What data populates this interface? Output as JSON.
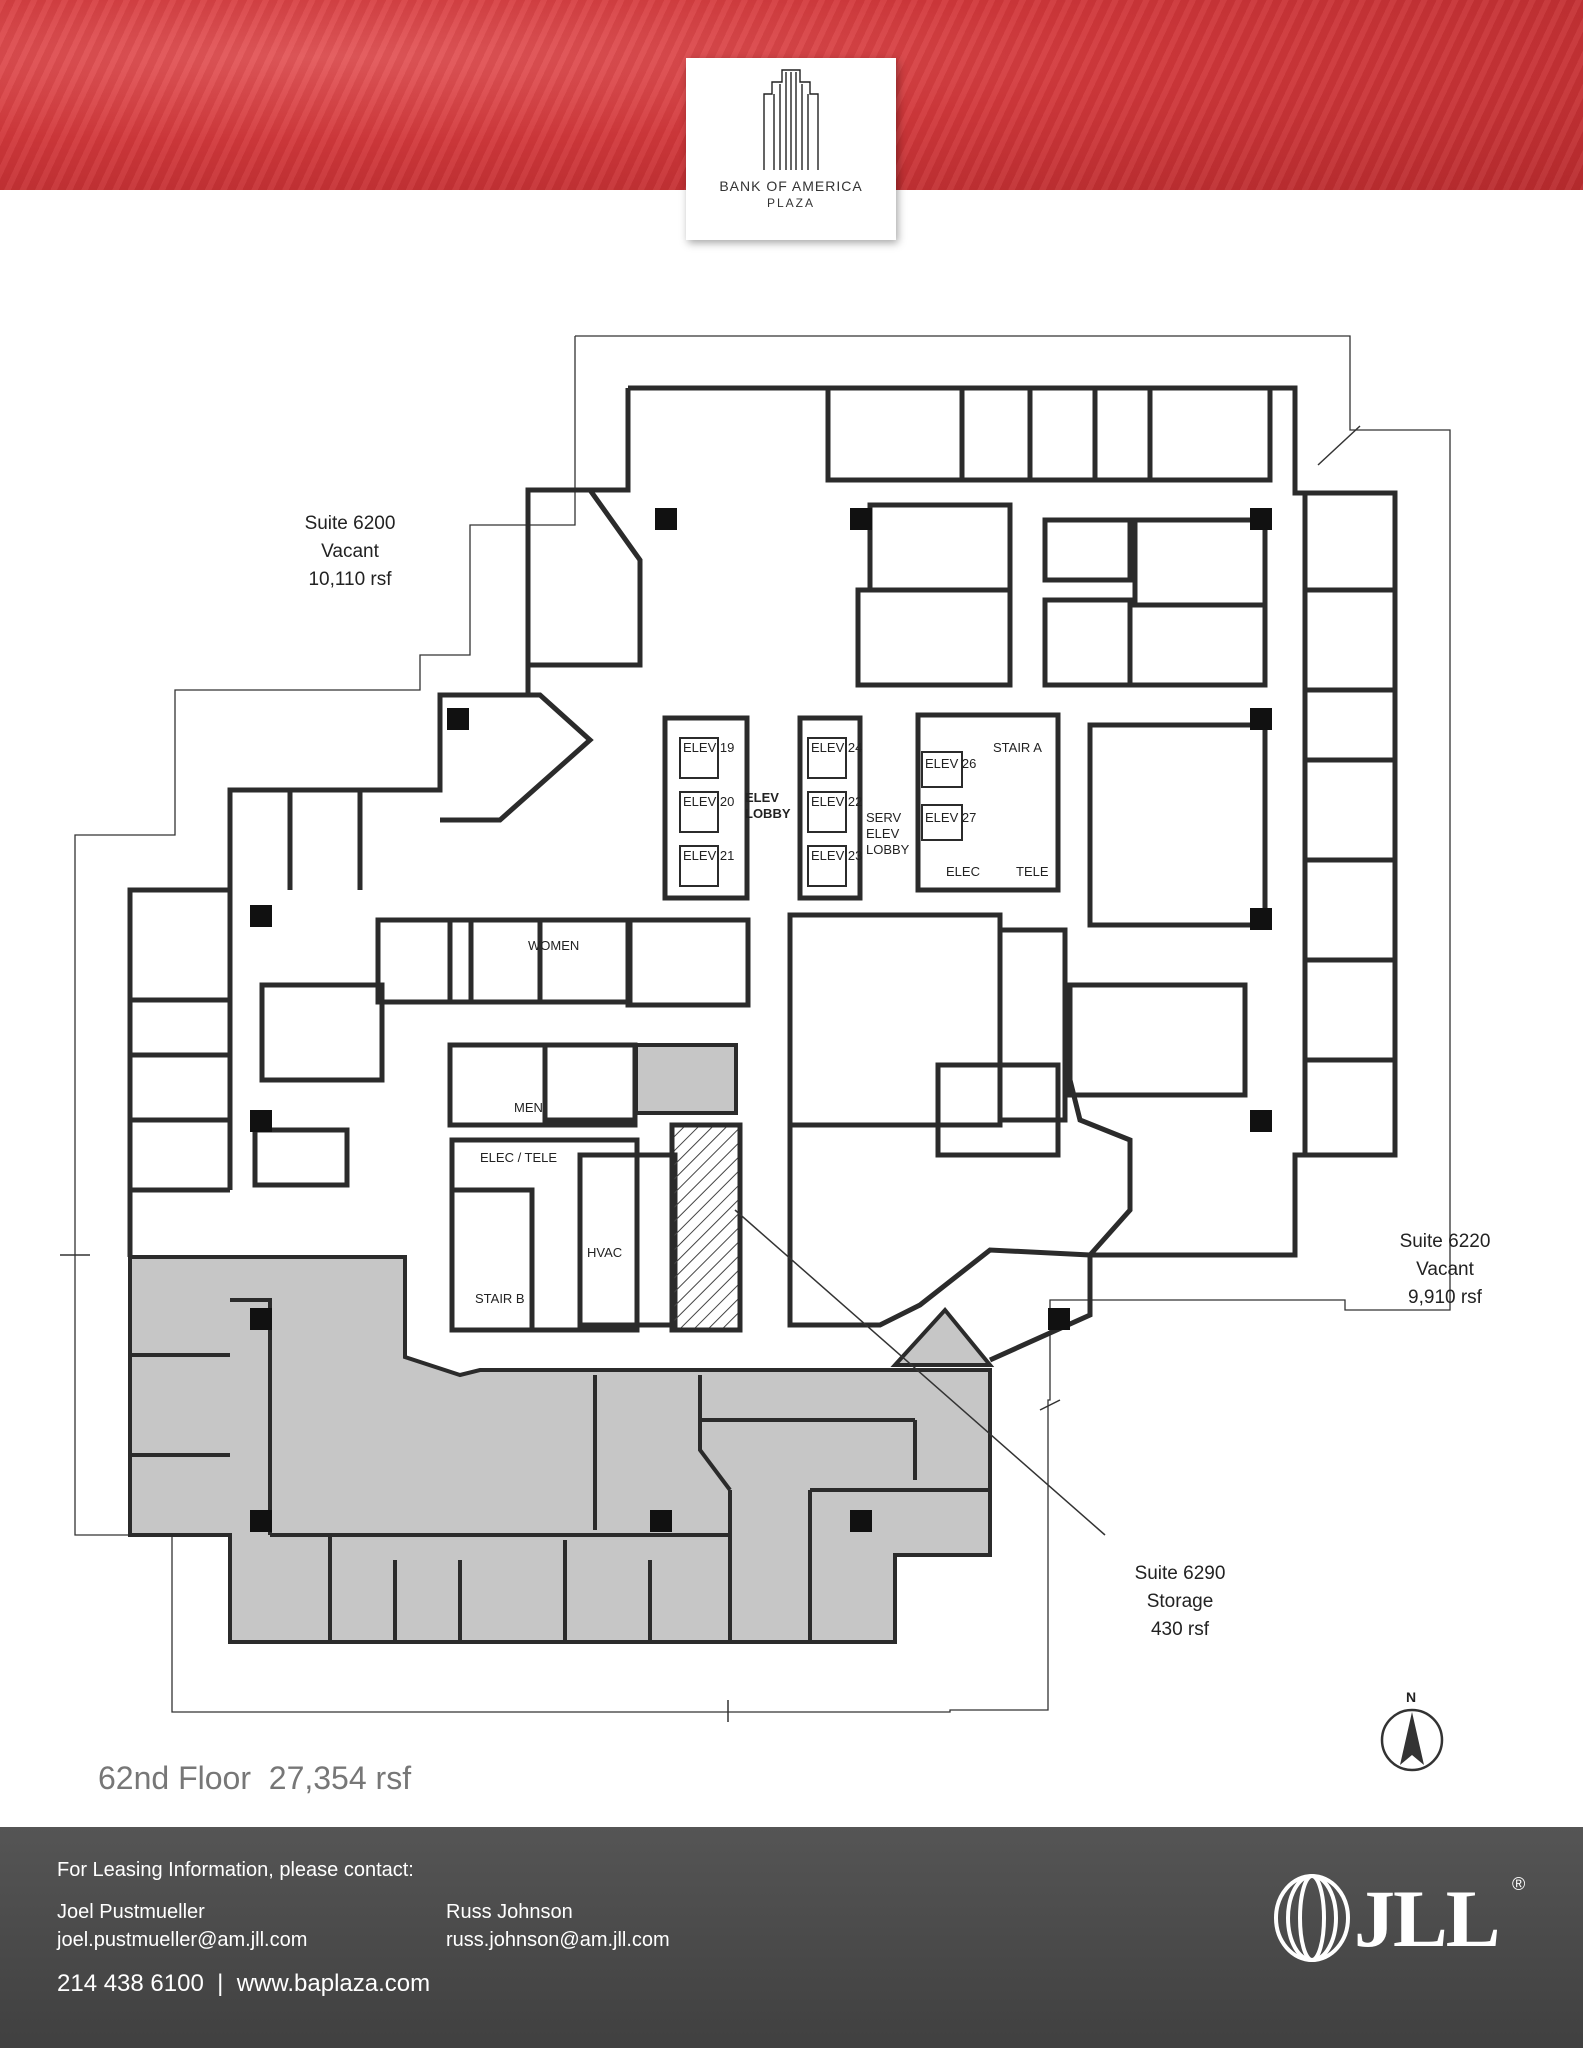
{
  "building": {
    "logo_line1": "BANK OF AMERICA",
    "logo_line2": "PLAZA"
  },
  "suites": [
    {
      "name": "Suite 6200",
      "status": "Vacant",
      "area": "10,110 rsf"
    },
    {
      "name": "Suite 6220",
      "status": "Vacant",
      "area": "9,910 rsf"
    },
    {
      "name": "Suite 6290",
      "status": "Storage",
      "area": "430 rsf"
    }
  ],
  "rooms": {
    "elev_19": "ELEV 19",
    "elev_20": "ELEV 20",
    "elev_21": "ELEV 21",
    "elev_24": "ELEV 24",
    "elev_22": "ELEV 22",
    "elev_23": "ELEV 23",
    "elev_26": "ELEV 26",
    "elev_27": "ELEV 27",
    "elev_lobby_1": "ELEV",
    "elev_lobby_2": "LOBBY",
    "serv_1": "SERV",
    "serv_2": "ELEV",
    "serv_3": "LOBBY",
    "stair_a": "STAIR A",
    "stair_b": "STAIR B",
    "elec": "ELEC",
    "tele": "TELE",
    "women": "WOMEN",
    "men": "MEN",
    "elec_tele": "ELEC / TELE",
    "hvac": "HVAC"
  },
  "compass": {
    "label": "N"
  },
  "floor": {
    "title": "62nd Floor  27,354 rsf"
  },
  "contact": {
    "heading": "For Leasing Information, please contact:",
    "person1_name": "Joel Pustmueller",
    "person1_email": "joel.pustmueller@am.jll.com",
    "person2_name": "Russ Johnson",
    "person2_email": "russ.johnson@am.jll.com",
    "phone_web": "214 438 6100  |  www.baplaza.com"
  },
  "brand": {
    "name": "JLL",
    "registered": "®"
  },
  "colors": {
    "header_red": "#d2383b",
    "footer_gray": "#4a4a4a",
    "shaded_area": "#c6c6c6",
    "wall": "#2b2b2b"
  }
}
